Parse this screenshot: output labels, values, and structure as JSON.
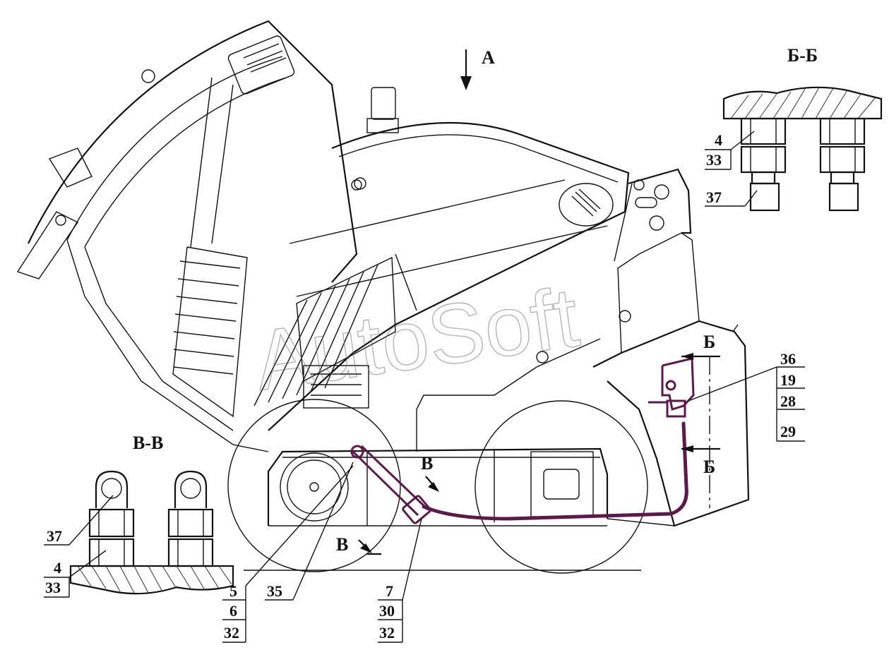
{
  "views": {
    "view_a": "А",
    "section_bb": "Б-Б",
    "section_vv": "В-В",
    "cut_b_top": "Б",
    "cut_b_bottom": "Б",
    "cut_v_top": "В",
    "cut_v_bottom": "В"
  },
  "watermark": "AutoSoft",
  "callouts": {
    "right_stack": [
      "36",
      "19",
      "28",
      "29"
    ],
    "bottom_left_stack": [
      "5",
      "6",
      "32"
    ],
    "bottom_mid": "35",
    "bottom_right_stack": [
      "7",
      "30",
      "32"
    ],
    "bb_upper": [
      "4",
      "33"
    ],
    "bb_lower": "37",
    "vv_upper": "37",
    "vv_lower": [
      "4",
      "33"
    ]
  },
  "colors": {
    "line": "#111111",
    "hose": "#5a1a4a"
  }
}
